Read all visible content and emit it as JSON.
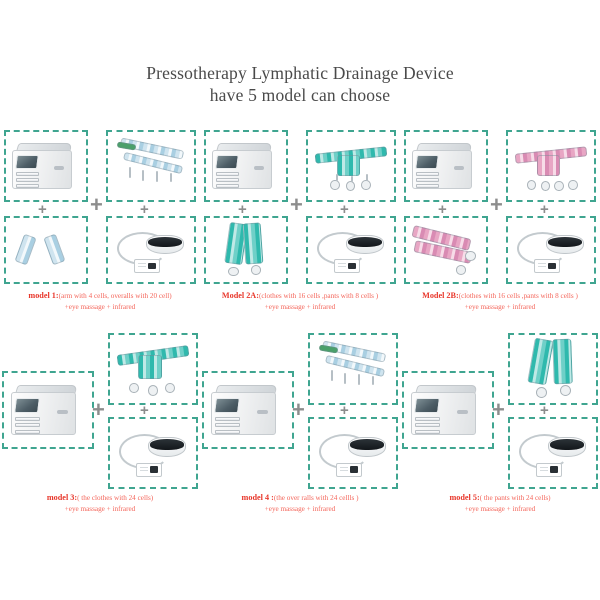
{
  "title": {
    "line1": "Pressotherapy Lymphatic Drainage Device",
    "line2": "have 5 model can choose"
  },
  "separator_symbol": "+",
  "colors": {
    "panel_border": "#3fa590",
    "caption_model": "#e8372b",
    "caption_text": "#f4655a",
    "title_text": "#4a4a4a",
    "plus": "#8d8d8d",
    "garment_teal": "#2fb9ad",
    "garment_pink": "#e8a6c4",
    "garment_pale": "#cfe4ef"
  },
  "models": [
    {
      "id": "model-1",
      "layout": "quad",
      "label": "model 1:",
      "spec": "(arm with 4 cells, overalls with 20 cell)",
      "extras": "+eye massage + infrared",
      "panels": [
        {
          "name": "control-unit",
          "art": "machine"
        },
        {
          "name": "overalls-garment",
          "art": "overalls",
          "color": "pale"
        },
        {
          "name": "arm-cuffs",
          "art": "arm-cuffs",
          "color": "pale"
        },
        {
          "name": "eye-massager",
          "art": "eye-massager"
        }
      ]
    },
    {
      "id": "model-2a",
      "layout": "quad",
      "label": "Model 2A:",
      "spec": "(clothes with 16 cells ,pants with 8 cells )",
      "extras": "+eye massage + infrared",
      "panels": [
        {
          "name": "control-unit",
          "art": "machine"
        },
        {
          "name": "jacket-garment",
          "art": "jacket",
          "color": "teal"
        },
        {
          "name": "pants-garment",
          "art": "pants",
          "color": "teal"
        },
        {
          "name": "eye-massager",
          "art": "eye-massager"
        }
      ]
    },
    {
      "id": "model-2b",
      "layout": "quad",
      "label": "Model 2B:",
      "spec": "(clothes with 16 cells ,pants with 8 cells )",
      "extras": "+eye massage + infrared",
      "panels": [
        {
          "name": "control-unit",
          "art": "machine"
        },
        {
          "name": "jacket-garment",
          "art": "jacket",
          "color": "pink"
        },
        {
          "name": "pants-garment",
          "art": "pants",
          "color": "pink"
        },
        {
          "name": "eye-massager",
          "art": "eye-massager"
        }
      ]
    },
    {
      "id": "model-3",
      "layout": "trio",
      "label": "model 3:",
      "spec": "( the clothes with 24 cells)",
      "extras": "+eye massage + infrared",
      "panels": [
        {
          "name": "control-unit",
          "art": "machine"
        },
        {
          "name": "clothes-garment",
          "art": "jacket",
          "color": "teal"
        },
        {
          "name": "eye-massager",
          "art": "eye-massager"
        }
      ]
    },
    {
      "id": "model-4",
      "layout": "trio",
      "label": "model 4 :",
      "spec": "(the over ralls with 24 cellls )",
      "extras": "+eye massage + infrared",
      "panels": [
        {
          "name": "control-unit",
          "art": "machine"
        },
        {
          "name": "overalls-garment",
          "art": "overalls",
          "color": "pale"
        },
        {
          "name": "eye-massager",
          "art": "eye-massager"
        }
      ]
    },
    {
      "id": "model-5",
      "layout": "trio",
      "label": "model 5:",
      "spec": "( the pants with 24 cells)",
      "extras": "+eye massage + infrared",
      "panels": [
        {
          "name": "control-unit",
          "art": "machine"
        },
        {
          "name": "pants-garment",
          "art": "pants",
          "color": "teal"
        },
        {
          "name": "eye-massager",
          "art": "eye-massager"
        }
      ]
    }
  ]
}
